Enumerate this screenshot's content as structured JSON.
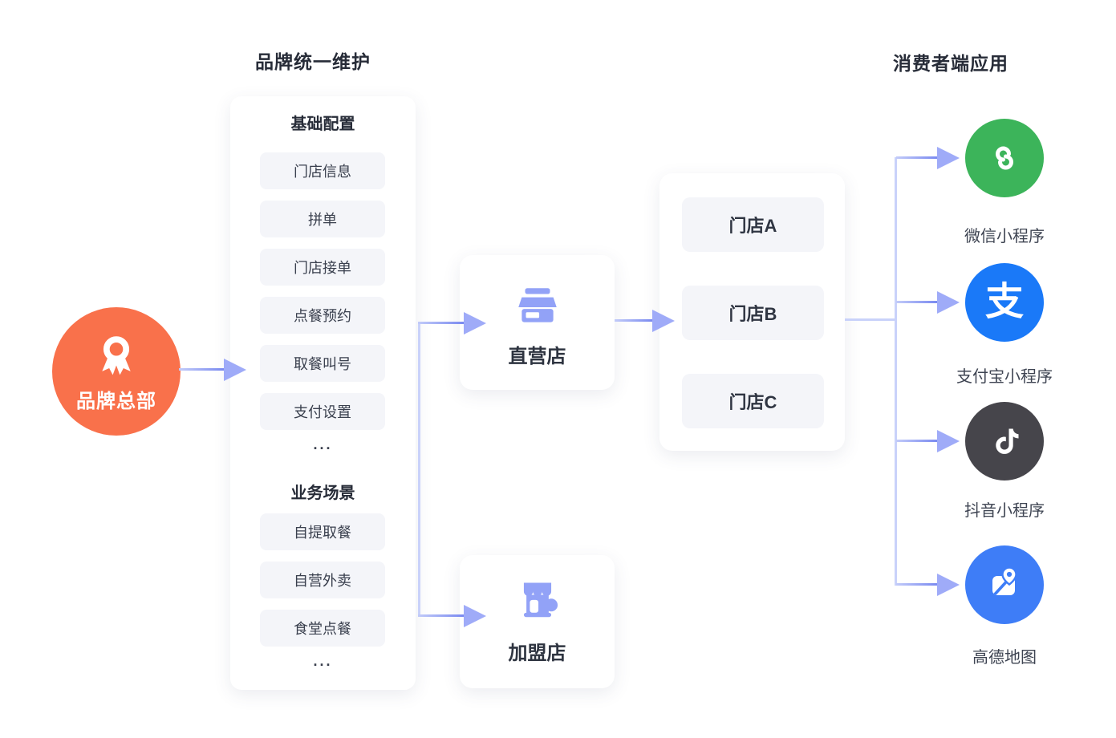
{
  "titles": {
    "maintenance": "品牌统一维护",
    "consumer": "消费者端应用"
  },
  "hq": {
    "label": "品牌总部",
    "color": "#F9714B",
    "icon": "medal-icon"
  },
  "maintenance_panel": {
    "sections": [
      {
        "heading": "基础配置",
        "items": [
          "门店信息",
          "拼单",
          "门店接单",
          "点餐预约",
          "取餐叫号",
          "支付设置"
        ],
        "ellipsis": "..."
      },
      {
        "heading": "业务场景",
        "items": [
          "自提取餐",
          "自营外卖",
          "食堂点餐"
        ],
        "ellipsis": "..."
      }
    ]
  },
  "stores": {
    "direct_label": "直营店",
    "franchise_label": "加盟店",
    "icon_color": "#92A2F7"
  },
  "outlets": [
    "门店A",
    "门店B",
    "门店C"
  ],
  "consumer_apps": [
    {
      "icon": "wechat-mini-program-icon",
      "label": "微信小程序",
      "color": "#3CB45A"
    },
    {
      "icon": "alipay-icon",
      "label": "支付宝小程序",
      "color": "#1A79F8",
      "glyph": "支"
    },
    {
      "icon": "douyin-icon",
      "label": "抖音小程序",
      "color": "#46454B"
    },
    {
      "icon": "amap-icon",
      "label": "高德地图",
      "color": "#3E7DF7"
    }
  ],
  "palette": {
    "connector_line": "#7A8AF0",
    "connector_trunk": "#C9D2FA",
    "arrowhead": "#9FABF8",
    "pill_bg": "#F4F5F9"
  }
}
